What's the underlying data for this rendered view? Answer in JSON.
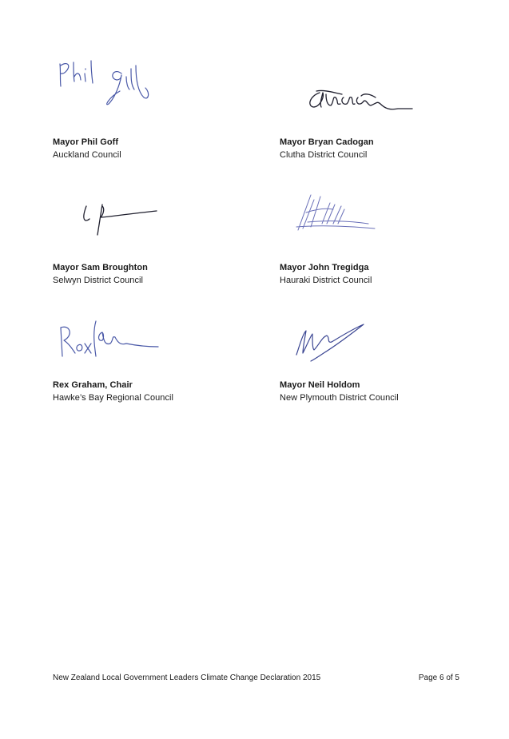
{
  "signatories": [
    {
      "name": "Mayor Phil Goff",
      "organisation": "Auckland Council",
      "signature": "Phil Goff",
      "ink": "#4a59a8"
    },
    {
      "name": "Mayor Bryan Cadogan",
      "organisation": "Clutha District Council",
      "signature": "B Cadogan",
      "ink": "#1f1f2e"
    },
    {
      "name": "Mayor Sam Broughton",
      "organisation": "Selwyn District Council",
      "signature": "S Broughton",
      "ink": "#1f1f2e"
    },
    {
      "name": "Mayor John Tregidga",
      "organisation": "Hauraki District Council",
      "signature": "J Tregidga",
      "ink": "#6a70b8"
    },
    {
      "name": "Rex Graham, Chair",
      "organisation": "Hawke’s Bay Regional Council",
      "signature": "Rex Graham",
      "ink": "#4a59a8"
    },
    {
      "name": "Mayor Neil Holdom",
      "organisation": "New Plymouth District Council",
      "signature": "N Holdom",
      "ink": "#3a4592"
    }
  ],
  "footer": {
    "document_title": "New Zealand Local Government Leaders Climate Change Declaration 2015",
    "page_label": "Page 6 of 5"
  }
}
